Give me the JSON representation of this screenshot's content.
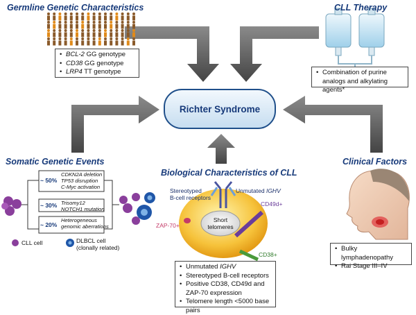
{
  "center": {
    "label": "Richter Syndrome"
  },
  "germline": {
    "title": "Germline Genetic Characteristics",
    "items": [
      {
        "gene": "BCL-2",
        "rest": " GG genotype"
      },
      {
        "gene": "CD38",
        "rest": " GG genotype"
      },
      {
        "gene": "LRP4",
        "rest": " TT genotype"
      }
    ]
  },
  "therapy": {
    "title": "CLL Therapy",
    "items": [
      "Combination of purine analogs and alkylating agents*"
    ]
  },
  "somatic": {
    "title": "Somatic Genetic Events",
    "rows": [
      {
        "pct": "~ 50%",
        "lines": [
          "CDKN2A deletion",
          "TP53 disruption",
          "C-Myc activation"
        ]
      },
      {
        "pct": "~ 30%",
        "lines": [
          "Trisomy12",
          "NOTCH1 mutation"
        ]
      },
      {
        "pct": "~ 20%",
        "lines": [
          "Heterogeneous",
          "genomic aberrations"
        ]
      }
    ],
    "legend": {
      "cll": "CLL cell",
      "dlbcl": "DLBCL cell",
      "dlbcl_note": "(clonally related)"
    }
  },
  "biological": {
    "title": "Biological Characteristics of CLL",
    "labels": {
      "stereotyped": "Stereotyped",
      "bcell": "B-cell receptors",
      "unmutated": "Unmutated ",
      "ighv": "IGHV",
      "cd49d": "CD49d+",
      "zap70": "ZAP-70+",
      "short": "Short",
      "telomeres": "telomeres",
      "cd38": "CD38+"
    },
    "items": [
      {
        "pre": "Unmutated ",
        "ital": "IGHV"
      },
      {
        "pre": "Stereotyped B-cell receptors",
        "ital": ""
      },
      {
        "pre": "Positive CD38, CD49d and ZAP-70 expression",
        "ital": ""
      },
      {
        "pre": "Telomere length <5000 base pairs",
        "ital": ""
      }
    ]
  },
  "clinical": {
    "title": "Clinical Factors",
    "items": [
      "Bulky lymphadenopathy",
      "Rai Stage III–IV"
    ]
  },
  "colors": {
    "arrow": "#555555",
    "accent": "#173a7a",
    "cll": "#8a3f9c",
    "dlbcl": "#1f56a8"
  }
}
